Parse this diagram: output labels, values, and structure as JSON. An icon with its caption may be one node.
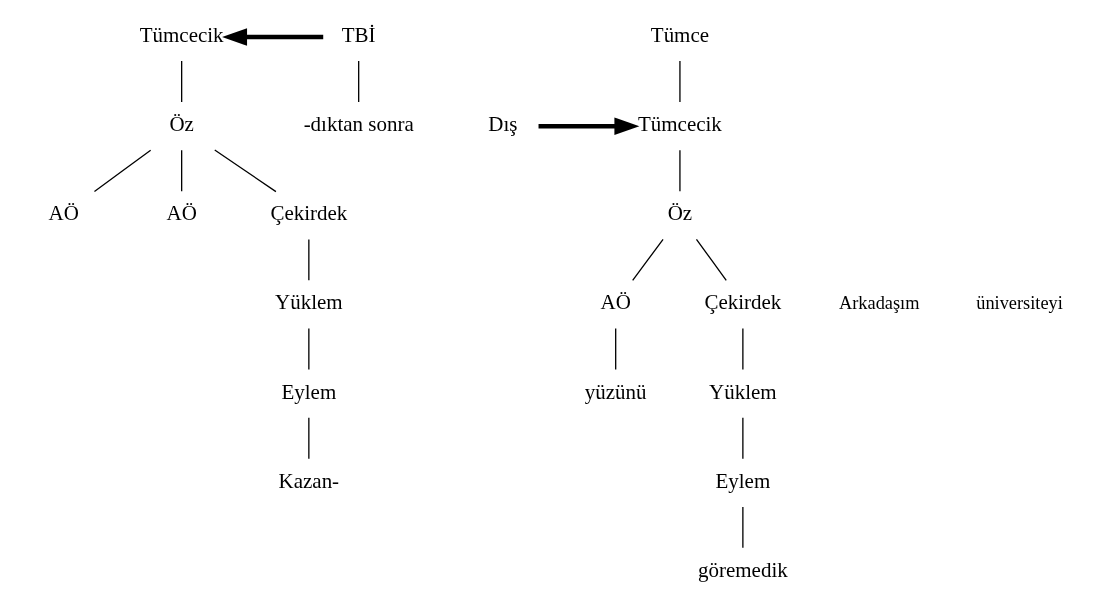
{
  "diagram": {
    "nodes": [
      {
        "text": [
          "Tümce"
        ]
      },
      {
        "text": [
          "Dış"
        ]
      },
      {
        "text": [
          "Tümcecik"
        ]
      },
      {
        "text": [
          "Tümcecik"
        ]
      },
      {
        "text": [
          "TBİ"
        ]
      },
      {
        "text": [
          "Öz"
        ]
      },
      {
        "text": [
          "-dıktan sonra"
        ]
      },
      {
        "text": [
          "Öz"
        ]
      },
      {
        "text": [
          "AÖ"
        ]
      },
      {
        "text": [
          "Çekirdek"
        ]
      },
      {
        "text": [
          "yüzünü"
        ]
      },
      {
        "text": [
          "AÖ"
        ]
      },
      {
        "text": [
          "AÖ"
        ]
      },
      {
        "text": [
          "Çekirdek"
        ]
      },
      {
        "text": [
          "Yüklem"
        ]
      },
      {
        "text": [
          "Yüklem"
        ]
      },
      {
        "text": [
          "Eylem"
        ]
      },
      {
        "text": [
          "Eylem"
        ]
      },
      {
        "text": [
          "göremedik"
        ]
      },
      {
        "text": [
          "Kazan-"
        ]
      }
    ],
    "edges": [
      {
        "from": 0,
        "to": 2,
        "arrow": "none"
      },
      {
        "from": 1,
        "to": 2,
        "arrow": "to",
        "style": "thick"
      },
      {
        "from": 2,
        "to": 5,
        "arrow": "none"
      },
      {
        "from": 4,
        "to": 3,
        "arrow": "to",
        "style": "thick"
      },
      {
        "from": 4,
        "to": 6,
        "arrow": "none"
      },
      {
        "from": 3,
        "to": 7,
        "arrow": "none"
      },
      {
        "from": 5,
        "to": 8,
        "arrow": "none"
      },
      {
        "from": 5,
        "to": 9,
        "arrow": "none"
      },
      {
        "from": 8,
        "to": 10,
        "arrow": "none"
      },
      {
        "from": 7,
        "to": 11,
        "arrow": "none"
      },
      {
        "from": 7,
        "to": 12,
        "arrow": "none"
      },
      {
        "from": 7,
        "to": 13,
        "arrow": "none"
      },
      {
        "from": 13,
        "to": 14,
        "arrow": "none"
      },
      {
        "from": 9,
        "to": 15,
        "arrow": "none"
      },
      {
        "from": 15,
        "to": 16,
        "arrow": "none"
      },
      {
        "from": 14,
        "to": 17,
        "arrow": "none"
      },
      {
        "from": 16,
        "to": 18,
        "arrow": "none"
      },
      {
        "from": 17,
        "to": 19,
        "arrow": "none"
      }
    ],
    "labels": [
      "Arkadaşım",
      "üniversiteyi"
    ]
  }
}
